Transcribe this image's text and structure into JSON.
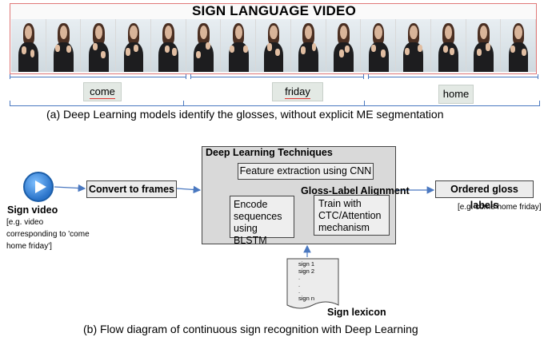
{
  "part_a": {
    "title": "SIGN LANGUAGE VIDEO",
    "glosses": [
      "come",
      "friday",
      "home"
    ],
    "caption": "(a)  Deep Learning models identify the glosses, without explicit ME segmentation"
  },
  "part_b": {
    "sign_video": {
      "label": "Sign video",
      "note_line1": "[e.g. video",
      "note_line2": "corresponding to 'come",
      "note_line3": "home friday']"
    },
    "convert": "Convert to frames",
    "dl_title": "Deep Learning Techniques",
    "cnn": "Feature extraction using CNN",
    "encode": "Encode sequences using BLSTM",
    "alignment_title": "Gloss-Label Alignment",
    "train": "Train with CTC/Attention mechanism",
    "output": "Ordered gloss labels",
    "output_note": "[e.g. come home friday]",
    "lexicon_items": [
      "sign 1",
      "sign 2",
      ".",
      ".",
      ".",
      "sign n"
    ],
    "lexicon_label": "Sign lexicon",
    "caption": "(b) Flow diagram of continuous sign recognition with Deep Learning"
  },
  "colors": {
    "connector_blue": "#4a78c0",
    "frame_border": "#e07878",
    "gloss_underline": "#e0332f",
    "play_blue": "#2a73c9",
    "dl_box_fill": "#d9d9d9"
  }
}
